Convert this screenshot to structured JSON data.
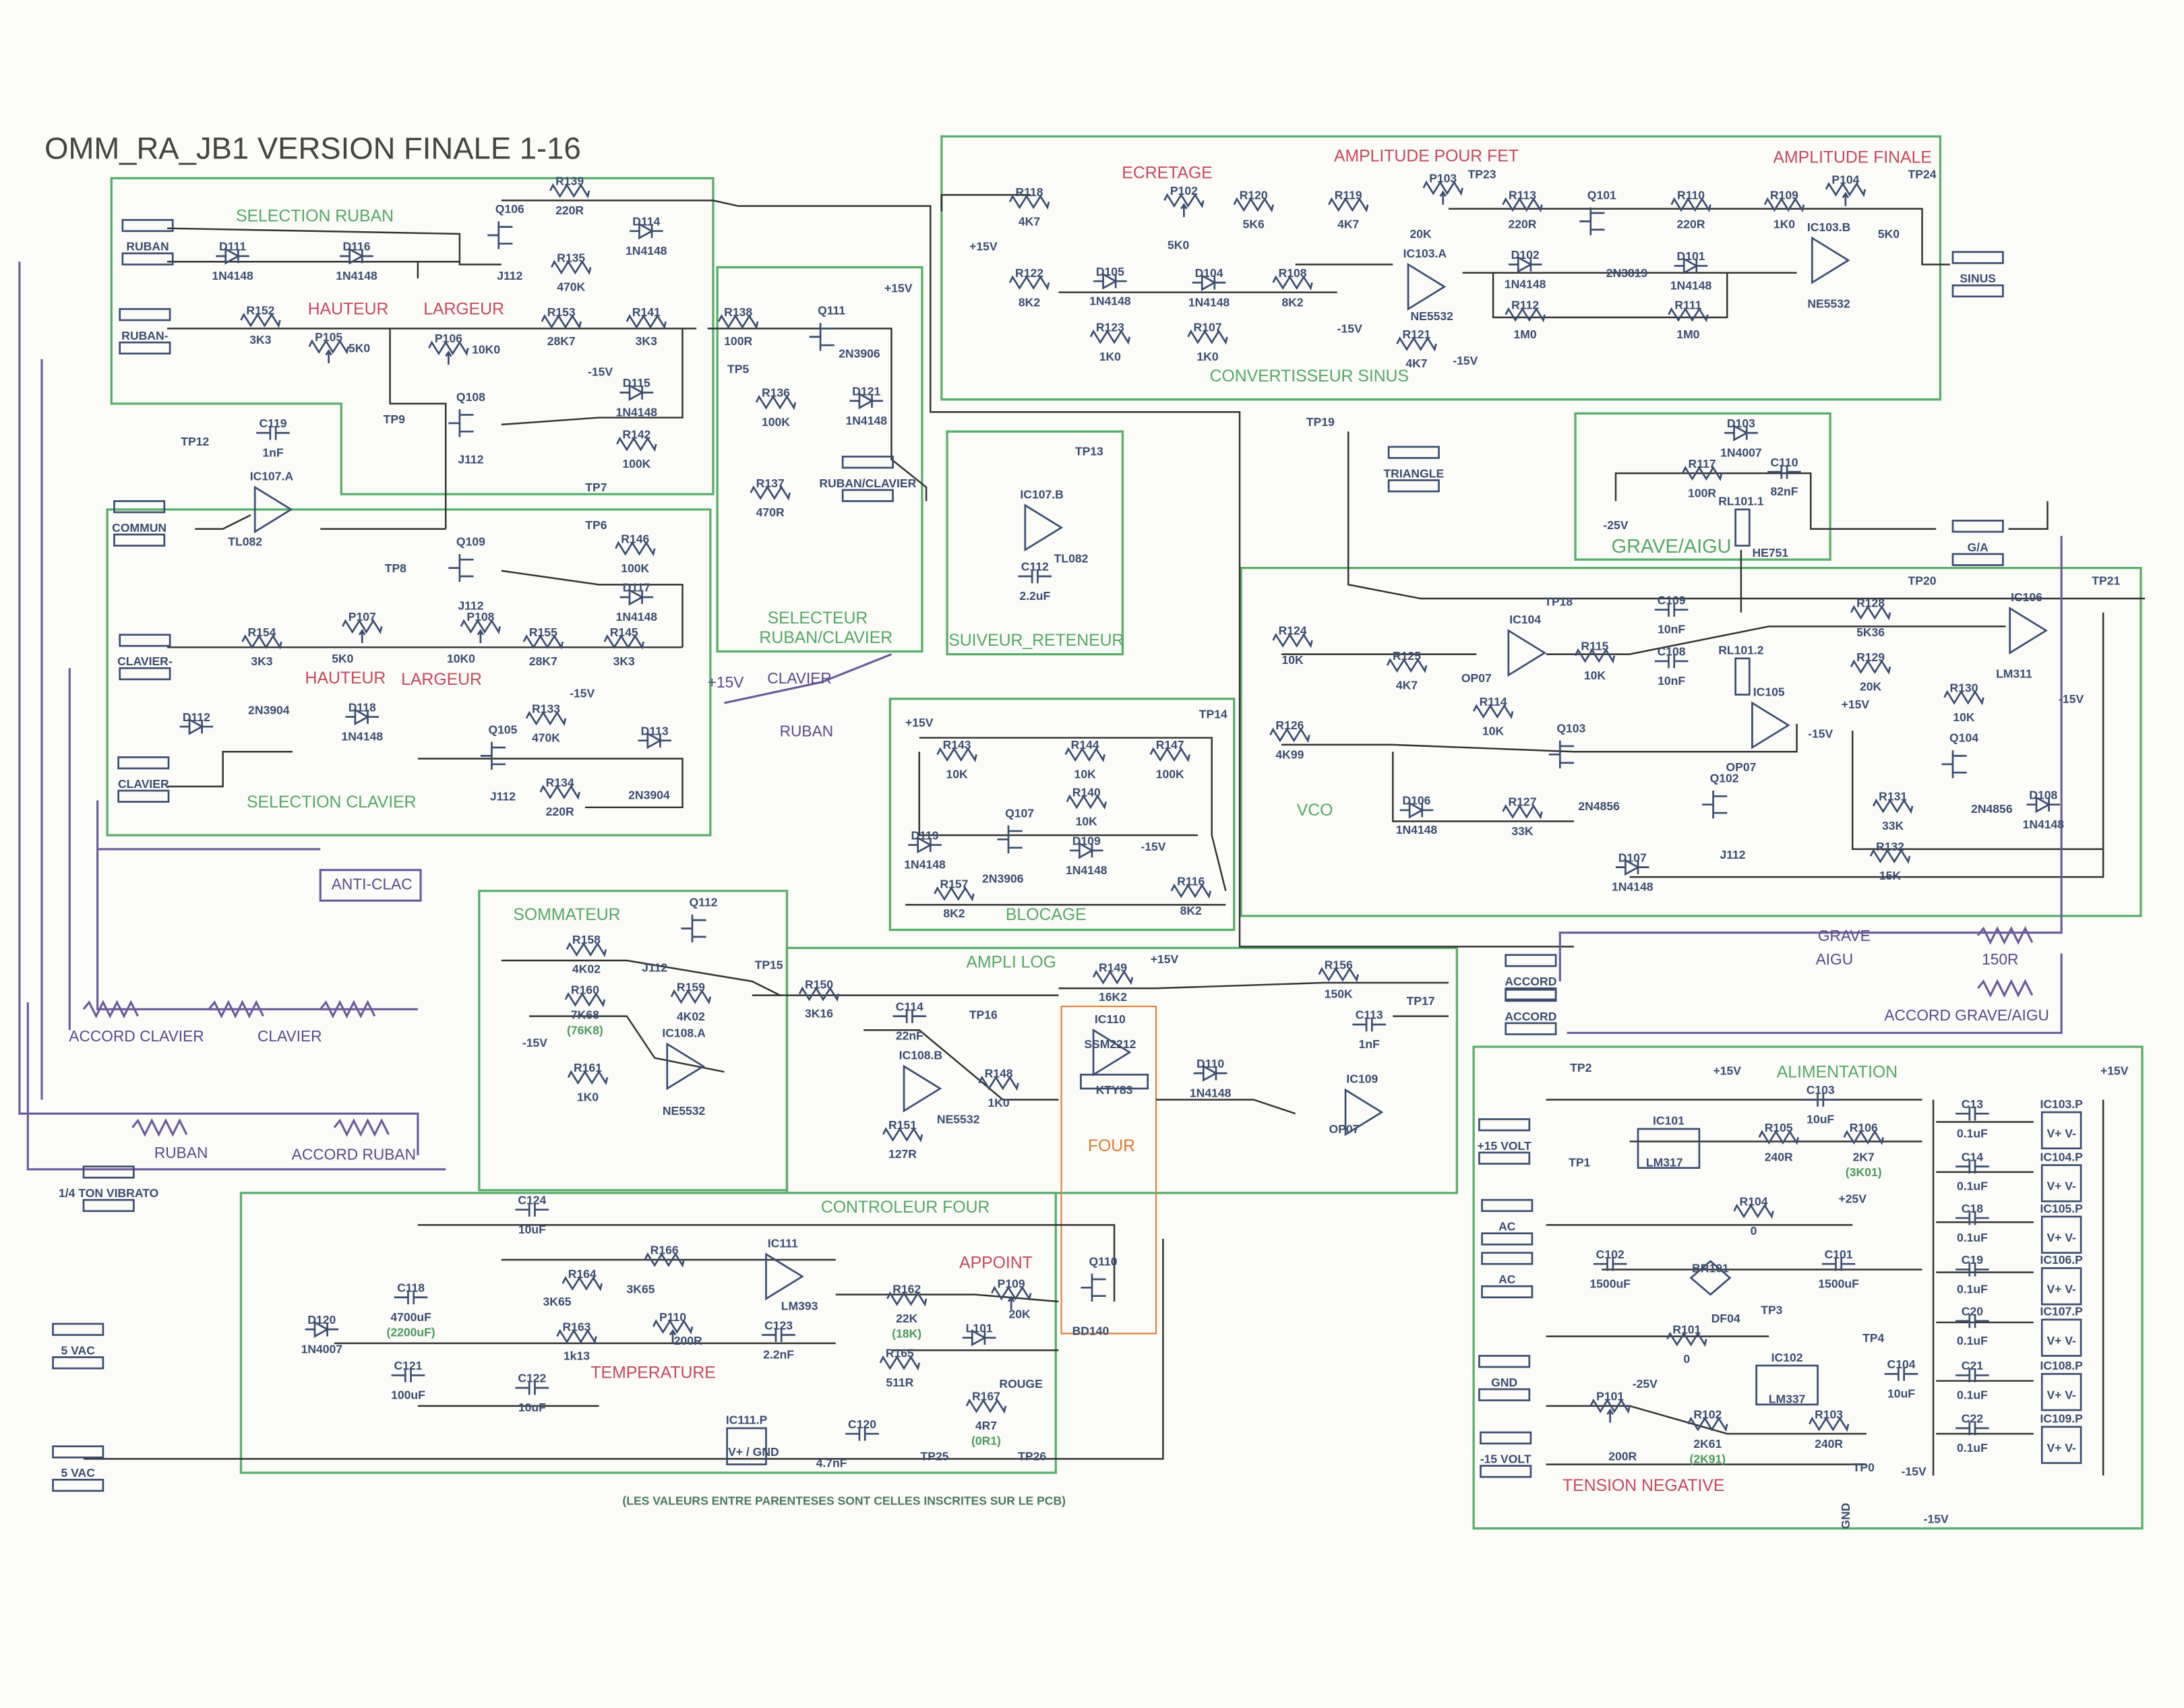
{
  "title": "OMM_RA_JB1 VERSION FINALE 1-16",
  "footnote": "(LES VALEURS ENTRE PARENTESES SONT CELLES INSCRITES SUR LE PCB)",
  "colors": {
    "section_box": "#5aae6a",
    "wire": "#333333",
    "text": "#3c4d70",
    "setting_label": "#c44a5e",
    "panel_wire": "#6a5a9a",
    "oven_box": "#e07a30"
  },
  "sections": [
    {
      "id": "selection-ruban",
      "title": "SELECTION RUBAN"
    },
    {
      "id": "selection-clavier",
      "title": "SELECTION CLAVIER"
    },
    {
      "id": "selecteur",
      "title": "SELECTEUR",
      "title2": "RUBAN/CLAVIER"
    },
    {
      "id": "suiveur",
      "title": "SUIVEUR_RETENEUR"
    },
    {
      "id": "convertisseur-sinus",
      "title": "CONVERTISSEUR SINUS"
    },
    {
      "id": "grave-aigu",
      "title": "GRAVE/AIGU"
    },
    {
      "id": "vco",
      "title": "VCO"
    },
    {
      "id": "blocage",
      "title": "BLOCAGE"
    },
    {
      "id": "sommateur",
      "title": "SOMMATEUR"
    },
    {
      "id": "ampli-log",
      "title": "AMPLI LOG"
    },
    {
      "id": "controleur-four",
      "title": "CONTROLEUR FOUR"
    },
    {
      "id": "alimentation",
      "title": "ALIMENTATION"
    },
    {
      "id": "four",
      "title": "FOUR"
    }
  ],
  "setting_labels": [
    "HAUTEUR",
    "LARGEUR",
    "HAUTEUR",
    "LARGEUR",
    "ECRETAGE",
    "AMPLITUDE POUR FET",
    "AMPLITUDE FINALE",
    "APPOINT",
    "TEMPERATURE",
    "TENSION NEGATIVE"
  ],
  "connectors": [
    "RUBAN",
    "RUBAN-",
    "COMMUN",
    "CLAVIER-",
    "CLAVIER",
    "RUBAN/CLAVIER",
    "TRIANGLE",
    "SINUS",
    "G/A",
    "ACCORD",
    "ACCORD",
    "1/4 TON VIBRATO",
    "5 VAC",
    "5 VAC",
    "+15 VOLT",
    "AC",
    "AC",
    "GND",
    "-15 VOLT"
  ],
  "panel": [
    "ANTI-CLAC",
    "ACCORD CLAVIER",
    "CLAVIER",
    "RUBAN",
    "ACCORD RUBAN",
    "GRAVE",
    "AIGU",
    "150R",
    "ACCORD GRAVE/AIGU",
    "+15V",
    "CLAVIER",
    "RUBAN"
  ],
  "test_points": [
    "TP9",
    "TP7",
    "TP5",
    "TP12",
    "TP6",
    "TP8",
    "TP13",
    "TP14",
    "TP15",
    "TP16",
    "TP17",
    "TP19",
    "TP18",
    "TP20",
    "TP21",
    "TP23",
    "TP24",
    "TP25",
    "TP26",
    "TP2",
    "TP1",
    "TP3",
    "TP4",
    "TP0"
  ],
  "rails": [
    "-15V",
    "+15V",
    "-15V",
    "+15V",
    "-15V",
    "-25V",
    "-15V",
    "+15V",
    "-15V",
    "-15V",
    "+15V",
    "-15V",
    "+15V",
    "-15V",
    "+15V",
    "+25V",
    "-25V",
    "-15V",
    "-15V",
    "+15V",
    "GND"
  ],
  "components": [
    {
      "ref": "R139",
      "value": "220R"
    },
    {
      "ref": "Q106",
      "value": "J112"
    },
    {
      "ref": "D114",
      "value": "1N4148"
    },
    {
      "ref": "R135",
      "value": "470K"
    },
    {
      "ref": "D111",
      "value": "1N4148"
    },
    {
      "ref": "D116",
      "value": "1N4148"
    },
    {
      "ref": "R152",
      "value": "3K3"
    },
    {
      "ref": "P105",
      "value": "5K0"
    },
    {
      "ref": "P106",
      "value": "10K0"
    },
    {
      "ref": "R153",
      "value": "28K7"
    },
    {
      "ref": "R141",
      "value": "3K3"
    },
    {
      "ref": "Q108",
      "value": "J112"
    },
    {
      "ref": "D115",
      "value": "1N4148"
    },
    {
      "ref": "R142",
      "value": "100K"
    },
    {
      "ref": "R138",
      "value": "100R"
    },
    {
      "ref": "Q111",
      "value": "2N3906"
    },
    {
      "ref": "R136",
      "value": "100K"
    },
    {
      "ref": "D121",
      "value": "1N4148"
    },
    {
      "ref": "R137",
      "value": "470R"
    },
    {
      "ref": "C119",
      "value": "1nF"
    },
    {
      "ref": "IC107.A",
      "value": "TL082"
    },
    {
      "ref": "R146",
      "value": "100K"
    },
    {
      "ref": "D117",
      "value": "1N4148"
    },
    {
      "ref": "Q109",
      "value": "J112"
    },
    {
      "ref": "P107",
      "value": "5K0"
    },
    {
      "ref": "R154",
      "value": "3K3"
    },
    {
      "ref": "P108",
      "value": "10K0"
    },
    {
      "ref": "R155",
      "value": "28K7"
    },
    {
      "ref": "R145",
      "value": "3K3"
    },
    {
      "ref": "D112",
      "value": "2N3904"
    },
    {
      "ref": "D118",
      "value": "1N4148"
    },
    {
      "ref": "R133",
      "value": "470K"
    },
    {
      "ref": "Q105",
      "value": "J112"
    },
    {
      "ref": "D113",
      "value": "2N3904"
    },
    {
      "ref": "R134",
      "value": "220R"
    },
    {
      "ref": "IC107.B",
      "value": "TL082"
    },
    {
      "ref": "C112",
      "value": "2.2uF"
    },
    {
      "ref": "R118",
      "value": "4K7"
    },
    {
      "ref": "P102",
      "value": "5K0"
    },
    {
      "ref": "R120",
      "value": "5K6"
    },
    {
      "ref": "R119",
      "value": "4K7"
    },
    {
      "ref": "P103",
      "value": "20K"
    },
    {
      "ref": "R113",
      "value": "220R"
    },
    {
      "ref": "Q101",
      "value": "2N3819"
    },
    {
      "ref": "R110",
      "value": "220R"
    },
    {
      "ref": "R109",
      "value": "1K0"
    },
    {
      "ref": "P104",
      "value": "5K0"
    },
    {
      "ref": "IC103.A",
      "value": "NE5532"
    },
    {
      "ref": "IC103.B",
      "value": "NE5532"
    },
    {
      "ref": "R122",
      "value": "8K2"
    },
    {
      "ref": "D105",
      "value": "1N4148"
    },
    {
      "ref": "D104",
      "value": "1N4148"
    },
    {
      "ref": "R108",
      "value": "8K2"
    },
    {
      "ref": "R123",
      "value": "1K0"
    },
    {
      "ref": "R107",
      "value": "1K0"
    },
    {
      "ref": "D102",
      "value": "1N4148"
    },
    {
      "ref": "R112",
      "value": "1M0"
    },
    {
      "ref": "D101",
      "value": "1N4148"
    },
    {
      "ref": "R111",
      "value": "1M0"
    },
    {
      "ref": "R121",
      "value": "4K7"
    },
    {
      "ref": "D103",
      "value": "1N4007"
    },
    {
      "ref": "R117",
      "value": "100R"
    },
    {
      "ref": "C110",
      "value": "82nF"
    },
    {
      "ref": "RL101.1",
      "value": "HE751"
    },
    {
      "ref": "IC104",
      "value": "OP07"
    },
    {
      "ref": "R124",
      "value": "10K"
    },
    {
      "ref": "R125",
      "value": "4K7"
    },
    {
      "ref": "R114",
      "value": "10K"
    },
    {
      "ref": "R115",
      "value": "10K"
    },
    {
      "ref": "C109",
      "value": "10nF"
    },
    {
      "ref": "C108",
      "value": "10nF"
    },
    {
      "ref": "RL101.2",
      "value": ""
    },
    {
      "ref": "R128",
      "value": "5K36"
    },
    {
      "ref": "R129",
      "value": "20K"
    },
    {
      "ref": "IC106",
      "value": "LM311"
    },
    {
      "ref": "IC105",
      "value": "OP07"
    },
    {
      "ref": "R130",
      "value": "10K"
    },
    {
      "ref": "Q104",
      "value": "2N4856"
    },
    {
      "ref": "R126",
      "value": "4K99"
    },
    {
      "ref": "Q103",
      "value": "2N4856"
    },
    {
      "ref": "Q102",
      "value": "J112"
    },
    {
      "ref": "D106",
      "value": "1N4148"
    },
    {
      "ref": "R127",
      "value": "33K"
    },
    {
      "ref": "D107",
      "value": "1N4148"
    },
    {
      "ref": "R131",
      "value": "33K"
    },
    {
      "ref": "R132",
      "value": "15K"
    },
    {
      "ref": "D108",
      "value": "1N4148"
    },
    {
      "ref": "R143",
      "value": "10K"
    },
    {
      "ref": "R144",
      "value": "10K"
    },
    {
      "ref": "R147",
      "value": "100K"
    },
    {
      "ref": "Q107",
      "value": "2N3906"
    },
    {
      "ref": "R140",
      "value": "10K"
    },
    {
      "ref": "D109",
      "value": "1N4148"
    },
    {
      "ref": "D119",
      "value": "1N4148"
    },
    {
      "ref": "R157",
      "value": "8K2"
    },
    {
      "ref": "R116",
      "value": "8K2"
    },
    {
      "ref": "Q112",
      "value": "J112"
    },
    {
      "ref": "R158",
      "value": "4K02"
    },
    {
      "ref": "R160",
      "value": "7K68",
      "alt": "(76K8)"
    },
    {
      "ref": "R159",
      "value": "4K02"
    },
    {
      "ref": "IC108.A",
      "value": "NE5532"
    },
    {
      "ref": "R161",
      "value": "1K0"
    },
    {
      "ref": "R149",
      "value": "16K2"
    },
    {
      "ref": "R150",
      "value": "3K16"
    },
    {
      "ref": "C114",
      "value": "22nF"
    },
    {
      "ref": "IC108.B",
      "value": "NE5532"
    },
    {
      "ref": "R148",
      "value": "1K0"
    },
    {
      "ref": "R151",
      "value": "127R"
    },
    {
      "ref": "R156",
      "value": "150K"
    },
    {
      "ref": "C113",
      "value": "1nF"
    },
    {
      "ref": "IC110",
      "value": "SSM2212"
    },
    {
      "ref": "KTY83",
      "value": ""
    },
    {
      "ref": "D110",
      "value": "1N4148"
    },
    {
      "ref": "IC109",
      "value": "OP07"
    },
    {
      "ref": "C124",
      "value": "10uF"
    },
    {
      "ref": "R166",
      "value": "3K65"
    },
    {
      "ref": "R164",
      "value": "3K65"
    },
    {
      "ref": "IC111",
      "value": "LM393"
    },
    {
      "ref": "C118",
      "value": "4700uF",
      "alt": "(2200uF)"
    },
    {
      "ref": "D120",
      "value": "1N4007"
    },
    {
      "ref": "R163",
      "value": "1k13"
    },
    {
      "ref": "P110",
      "value": "200R"
    },
    {
      "ref": "C123",
      "value": "2.2nF"
    },
    {
      "ref": "R162",
      "value": "22K",
      "alt": "(18K)"
    },
    {
      "ref": "P109",
      "value": "20K"
    },
    {
      "ref": "R165",
      "value": "511R"
    },
    {
      "ref": "L101",
      "value": "ROUGE"
    },
    {
      "ref": "Q110",
      "value": "BD140"
    },
    {
      "ref": "C121",
      "value": "100uF"
    },
    {
      "ref": "C122",
      "value": "10uF"
    },
    {
      "ref": "IC111.P",
      "value": "V+ / GND"
    },
    {
      "ref": "C120",
      "value": "4.7nF"
    },
    {
      "ref": "R167",
      "value": "4R7",
      "alt": "(0R1)"
    },
    {
      "ref": "C103",
      "value": "10uF"
    },
    {
      "ref": "IC101",
      "value": "LM317"
    },
    {
      "ref": "R105",
      "value": "240R"
    },
    {
      "ref": "R106",
      "value": "2K7",
      "alt": "(3K01)"
    },
    {
      "ref": "R104",
      "value": "0"
    },
    {
      "ref": "C102",
      "value": "1500uF"
    },
    {
      "ref": "BR101",
      "value": "DF04"
    },
    {
      "ref": "C101",
      "value": "1500uF"
    },
    {
      "ref": "R101",
      "value": "0"
    },
    {
      "ref": "IC102",
      "value": "LM337"
    },
    {
      "ref": "C104",
      "value": "10uF"
    },
    {
      "ref": "P101",
      "value": "200R"
    },
    {
      "ref": "R102",
      "value": "2K61",
      "alt": "(2K91)"
    },
    {
      "ref": "R103",
      "value": "240R"
    },
    {
      "ref": "C13",
      "value": "0.1uF"
    },
    {
      "ref": "C14",
      "value": "0.1uF"
    },
    {
      "ref": "C18",
      "value": "0.1uF"
    },
    {
      "ref": "C19",
      "value": "0.1uF"
    },
    {
      "ref": "C20",
      "value": "0.1uF"
    },
    {
      "ref": "C21",
      "value": "0.1uF"
    },
    {
      "ref": "C22",
      "value": "0.1uF"
    },
    {
      "ref": "IC103.P",
      "value": "V+ V-"
    },
    {
      "ref": "IC104.P",
      "value": "V+ V-"
    },
    {
      "ref": "IC105.P",
      "value": "V+ V-"
    },
    {
      "ref": "IC106.P",
      "value": "V+ V-"
    },
    {
      "ref": "IC107.P",
      "value": "V+ V-"
    },
    {
      "ref": "IC108.P",
      "value": "V+ V-"
    },
    {
      "ref": "IC109.P",
      "value": "V+ V-"
    }
  ]
}
